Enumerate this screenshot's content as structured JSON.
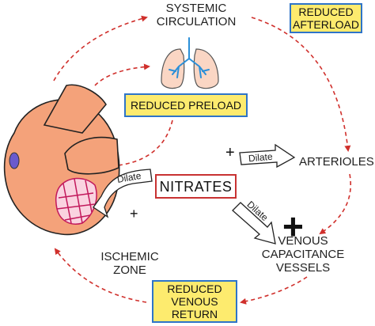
{
  "labels": {
    "systemic": "SYSTEMIC\nCIRCULATION",
    "arterioles": "ARTERIOLES",
    "venous": "VENOUS\nCAPACITANCE\nVESSELS",
    "ischemic": "ISCHEMIC\nZONE"
  },
  "boxes": {
    "reduced_afterload": "REDUCED\nAFTERLOAD",
    "reduced_preload": "REDUCED PRELOAD",
    "nitrates": "NITRATES",
    "reduced_venous_return": "REDUCED\nVENOUS\nRETURN"
  },
  "arrows": {
    "dilate_arterioles": "Dilate",
    "dilate_heart": "Dilate",
    "dilate_venous": "Dilate"
  },
  "signs": {
    "arterioles_plus": "+",
    "heart_plus": "+",
    "venous_plus": "+"
  },
  "colors": {
    "box_fill": "#fdeb6e",
    "box_border": "#2e74c8",
    "nitrates_border": "#c83232",
    "cycle_arrow": "#d0302c",
    "heart": "#f4a27a",
    "lung": "#fad6c4",
    "bronchi": "#2a8fd8"
  }
}
